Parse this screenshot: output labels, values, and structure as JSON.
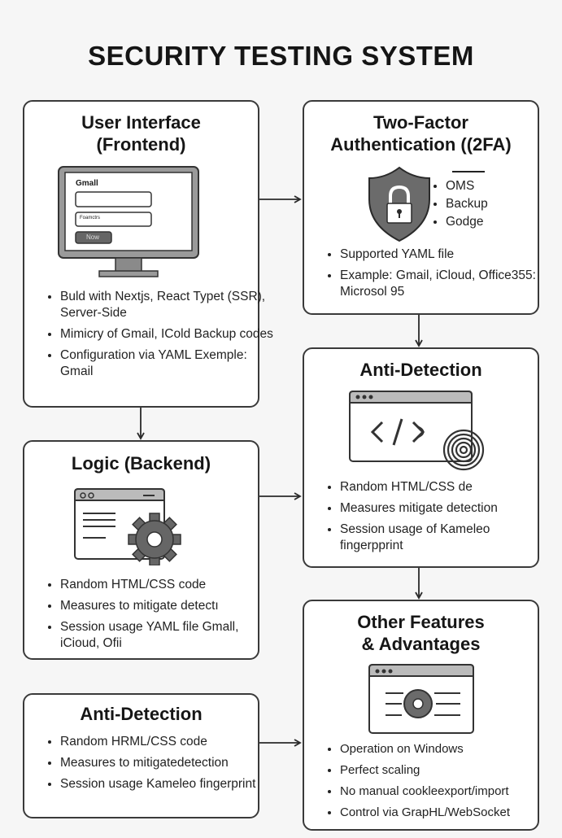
{
  "title": "SECURITY TESTING SYSTEM",
  "colors": {
    "stroke": "#3a3a3a",
    "icon_fill": "#6b6b6b",
    "background": "#f6f6f6"
  },
  "boxes": {
    "frontend": {
      "title_line1": "User Interface",
      "title_line2": "(Frontend)",
      "icon": "monitor-login-icon",
      "screen": {
        "heading": "Gmall",
        "field1": "",
        "field2": "Foamctrs",
        "button": "Now"
      },
      "bullets": [
        "Buld with Nextjs, React Typet (SSR), Server-Side",
        "Mimicry of Gmail, ICold Backup codes",
        "Configuration via YAML Exemple: Gmail"
      ]
    },
    "twofa": {
      "title_line1": "Two-Factor",
      "title_line2": "Authentication ((2FA)",
      "icon": "shield-lock-icon",
      "side_bullets": [
        "OMS",
        "Backup",
        "Godge"
      ],
      "bullets": [
        "Supported YAML file",
        "Example: Gmail, iCloud, Office355: Microsol 95"
      ]
    },
    "logic": {
      "title": "Logic (Backend)",
      "icon": "window-gear-icon",
      "bullets": [
        "Random HTML/CSS code",
        "Measures to mitigate detectı",
        "Session usage YAML file Gmall, iCioud, Ofii"
      ]
    },
    "antidetect_right": {
      "title": "Anti-Detection",
      "icon": "code-window-fingerprint-icon",
      "bullets": [
        "Random HTML/CSS de",
        "Measures mitigate detection",
        "Session usage of Kameleo fingerpprint"
      ]
    },
    "antidetect_left": {
      "title": "Anti-Detection",
      "bullets": [
        "Random HRML/CSS code",
        "Measures to mitigatedetection",
        "Session usage Kameleo fingerprint"
      ]
    },
    "other": {
      "title_line1": "Other Features",
      "title_line2": "& Advantages",
      "icon": "window-toggle-icon",
      "bullets": [
        "Operation on Windows",
        "Perfect scaling",
        "No manual cookleexport/import",
        "Control via GrapHL/WebSocket"
      ]
    }
  }
}
